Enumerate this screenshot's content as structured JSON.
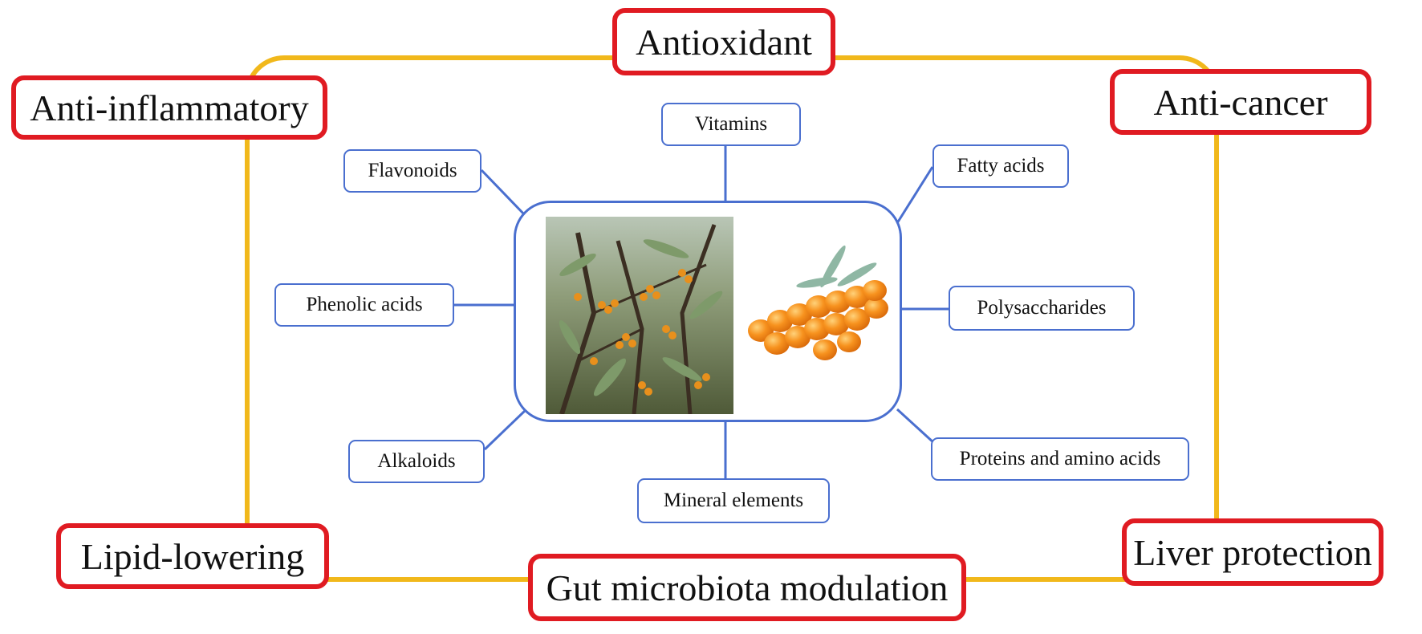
{
  "diagram": {
    "colors": {
      "outer_frame": "#f1b81b",
      "activity_border": "#e01b22",
      "component_border": "#4a6fcf",
      "connector": "#4a6fcf"
    },
    "activities": {
      "antioxidant": "Antioxidant",
      "anti_inflammatory": "Anti-inflammatory",
      "anti_cancer": "Anti-cancer",
      "lipid_lowering": "Lipid-lowering",
      "gut_microbiota": "Gut microbiota modulation",
      "liver_protection": "Liver protection"
    },
    "components": {
      "vitamins": "Vitamins",
      "flavonoids": "Flavonoids",
      "fatty_acids": "Fatty acids",
      "phenolic_acids": "Phenolic acids",
      "polysaccharides": "Polysaccharides",
      "alkaloids": "Alkaloids",
      "proteins": "Proteins and amino acids",
      "mineral_elements": "Mineral elements"
    },
    "center": {
      "left_image": "sea-buckthorn-tree-photo",
      "right_image": "sea-buckthorn-berries-photo"
    }
  }
}
